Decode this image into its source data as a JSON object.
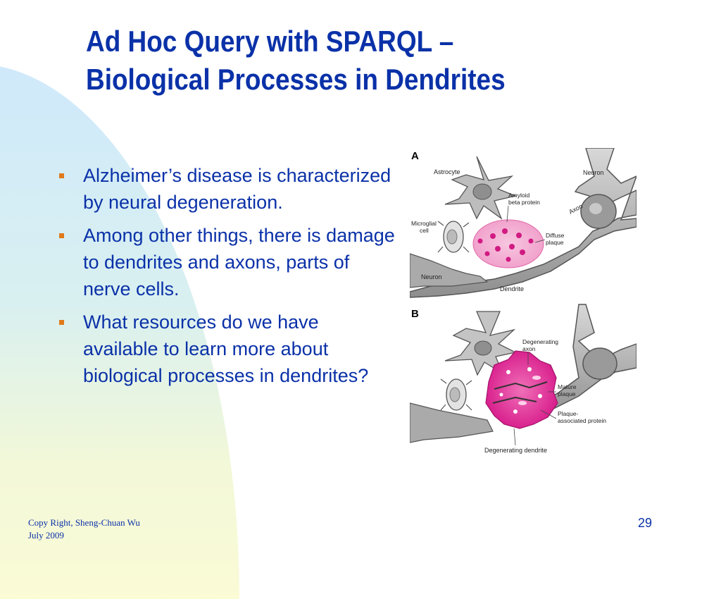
{
  "slide": {
    "title_line1_pre": "Ad Hoc Query with ",
    "title_keyword": "SPARQL",
    "title_line1_post": " –",
    "title_line2": "Biological Processes in Dendrites",
    "bullets": [
      "Alzheimer’s disease is characterized by neural degeneration.",
      "Among other things, there is damage to dendrites and axons, parts of nerve cells.",
      "What resources do we have available to learn more about biological processes in dendrites?"
    ],
    "footer_line1": "Copy Right, Sheng-Chuan Wu",
    "footer_line2": "July 2009",
    "page_number": "29"
  },
  "figure": {
    "panel_a": {
      "letter": "A",
      "astrocyte": "Astrocyte",
      "neuron_top": "Neuron",
      "amyloid_1": "Amyloid",
      "amyloid_2": "beta protein",
      "axon": "Axon",
      "microglial_1": "Microglial",
      "microglial_2": "cell",
      "diffuse_1": "Diffuse",
      "diffuse_2": "plaque",
      "neuron_bottom": "Neuron",
      "dendrite": "Dendrite"
    },
    "panel_b": {
      "letter": "B",
      "degen_axon_1": "Degenerating",
      "degen_axon_2": "axon",
      "mature_1": "Mature",
      "mature_2": "plaque",
      "plaque_assoc_1": "Plaque-",
      "plaque_assoc_2": "associated protein",
      "degen_dendrite": "Degenerating dendrite"
    }
  }
}
